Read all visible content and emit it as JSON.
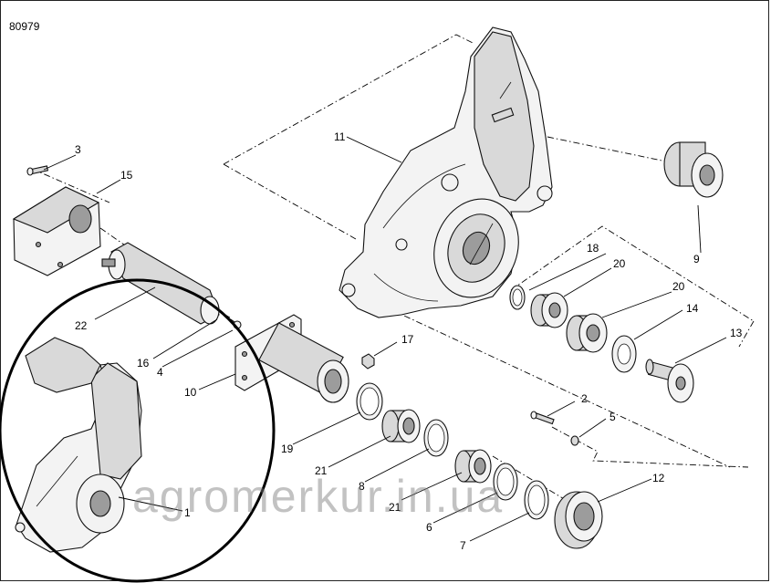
{
  "drawing_id": "80979",
  "watermark": "agromerkur.in.ua",
  "callouts": {
    "c1": "1",
    "c2": "2",
    "c3": "3",
    "c4": "4",
    "c5": "5",
    "c6": "6",
    "c7": "7",
    "c8": "8",
    "c9": "9",
    "c10": "10",
    "c11": "11",
    "c12": "12",
    "c13": "13",
    "c14a": "14",
    "c15": "15",
    "c16": "16",
    "c17": "17",
    "c18": "18",
    "c19": "19",
    "c20a": "20",
    "c20b": "20",
    "c21a": "21",
    "c21b": "21",
    "c22": "22"
  }
}
